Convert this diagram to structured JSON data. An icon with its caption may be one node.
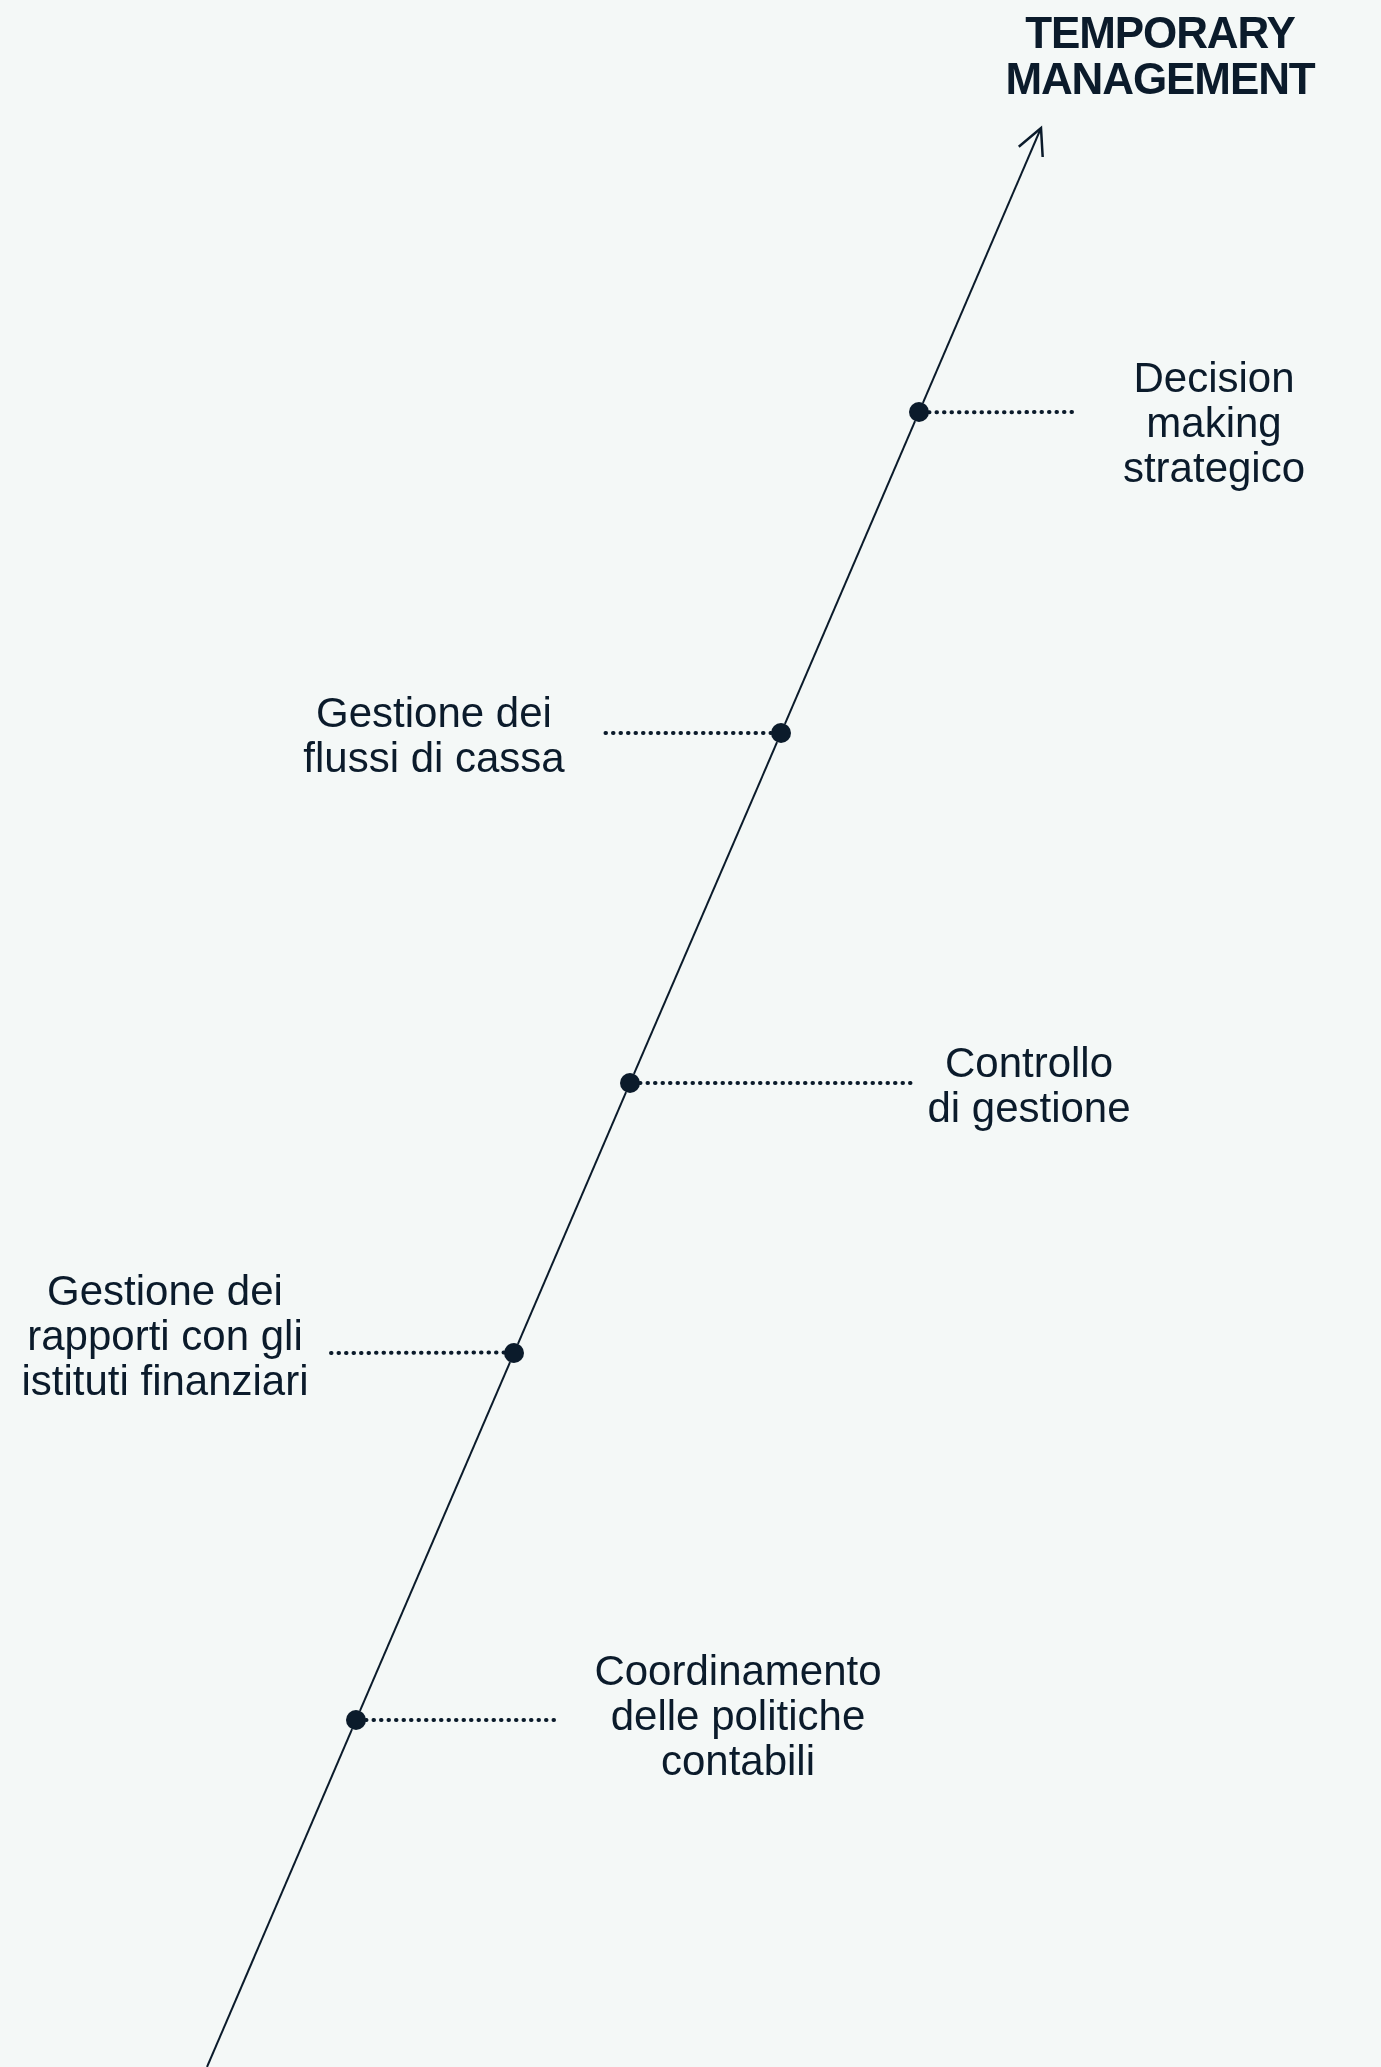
{
  "diagram": {
    "nodes": [
      {
        "text": [
          "TEMPORARY MANAGEMENT"
        ]
      },
      {
        "text": [
          "Decision making strategico"
        ]
      },
      {
        "text": [],
        "shape": "circle"
      },
      {
        "text": [
          "Gestione dei flussi di cassa"
        ]
      },
      {
        "text": [],
        "shape": "circle"
      },
      {
        "text": [
          "Controllo di gestione"
        ]
      },
      {
        "text": [],
        "shape": "circle"
      },
      {
        "text": [
          "Gestione dei rapporti con gli istituti finanziari"
        ]
      },
      {
        "text": [],
        "shape": "circle"
      },
      {
        "text": [
          "Coordinamento delle politiche contabili"
        ]
      },
      {
        "text": [],
        "shape": "circle"
      }
    ],
    "edges": [
      {
        "from": null,
        "to": 10,
        "arrow": "none"
      },
      {
        "from": 10,
        "to": 8,
        "arrow": "none"
      },
      {
        "from": 8,
        "to": 6,
        "arrow": "none"
      },
      {
        "from": 6,
        "to": 4,
        "arrow": "none"
      },
      {
        "from": 4,
        "to": 2,
        "arrow": "none"
      },
      {
        "from": 2,
        "to": 0,
        "arrow": "to"
      },
      {
        "from": 2,
        "to": 1,
        "arrow": "none",
        "style": "dashed"
      },
      {
        "from": 4,
        "to": 3,
        "arrow": "none",
        "style": "dashed"
      },
      {
        "from": 6,
        "to": 5,
        "arrow": "none",
        "style": "dashed"
      },
      {
        "from": 8,
        "to": 7,
        "arrow": "none",
        "style": "dashed"
      },
      {
        "from": 10,
        "to": 9,
        "arrow": "none",
        "style": "dashed"
      }
    ]
  }
}
